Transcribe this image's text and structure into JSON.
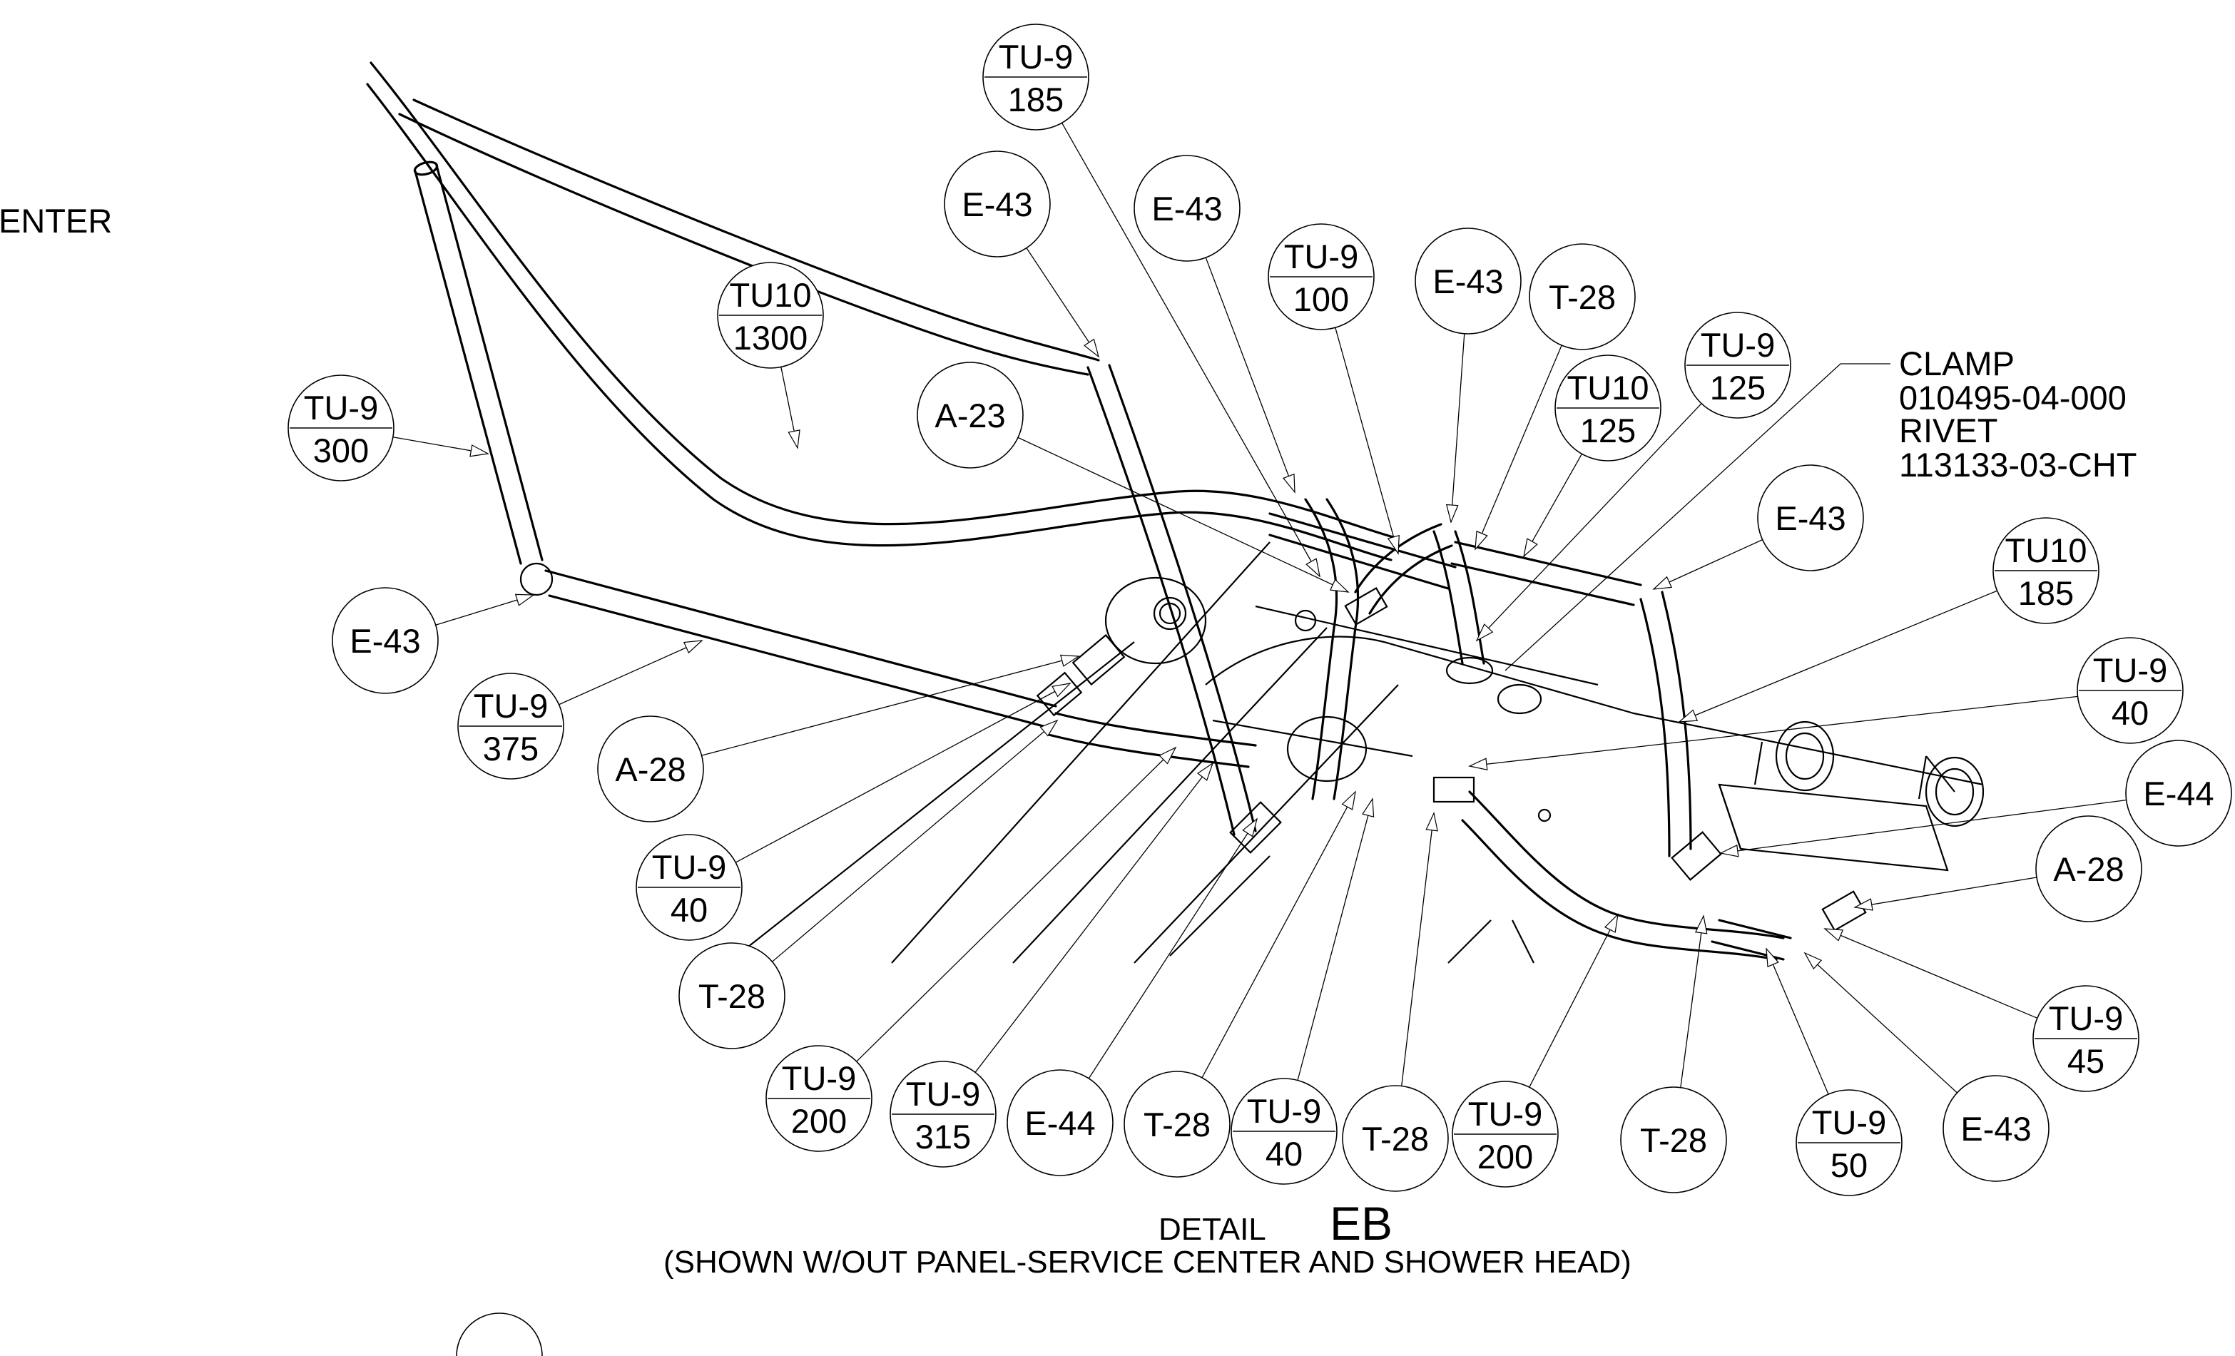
{
  "partial_label": "ENTER",
  "note": {
    "lines": [
      "CLAMP",
      "010495-04-000",
      "RIVET",
      "113133-03-CHT"
    ]
  },
  "detail_title": {
    "prefix": "DETAIL",
    "id": "EB",
    "subtitle": "(SHOWN W/OUT PANEL-SERVICE CENTER AND SHOWER HEAD)"
  },
  "callouts": [
    {
      "top": "TU-9",
      "bottom": "185"
    },
    {
      "top": "E-43"
    },
    {
      "top": "E-43"
    },
    {
      "top": "TU-9",
      "bottom": "100"
    },
    {
      "top": "E-43"
    },
    {
      "top": "T-28"
    },
    {
      "top": "TU-9",
      "bottom": "125"
    },
    {
      "top": "TU10",
      "bottom": "125"
    },
    {
      "top": "TU10",
      "bottom": "1300"
    },
    {
      "top": "A-23"
    },
    {
      "top": "TU-9",
      "bottom": "300"
    },
    {
      "top": "E-43"
    },
    {
      "top": "TU10",
      "bottom": "185"
    },
    {
      "top": "E-43"
    },
    {
      "top": "TU-9",
      "bottom": "375"
    },
    {
      "top": "A-28"
    },
    {
      "top": "TU-9",
      "bottom": "40"
    },
    {
      "top": "TU-9",
      "bottom": "40"
    },
    {
      "top": "E-44"
    },
    {
      "top": "A-28"
    },
    {
      "top": "T-28"
    },
    {
      "top": "TU-9",
      "bottom": "45"
    },
    {
      "top": "TU-9",
      "bottom": "200"
    },
    {
      "top": "TU-9",
      "bottom": "315"
    },
    {
      "top": "E-44"
    },
    {
      "top": "T-28"
    },
    {
      "top": "TU-9",
      "bottom": "40"
    },
    {
      "top": "T-28"
    },
    {
      "top": "TU-9",
      "bottom": "200"
    },
    {
      "top": "T-28"
    },
    {
      "top": "TU-9",
      "bottom": "50"
    },
    {
      "top": "E-43"
    }
  ]
}
